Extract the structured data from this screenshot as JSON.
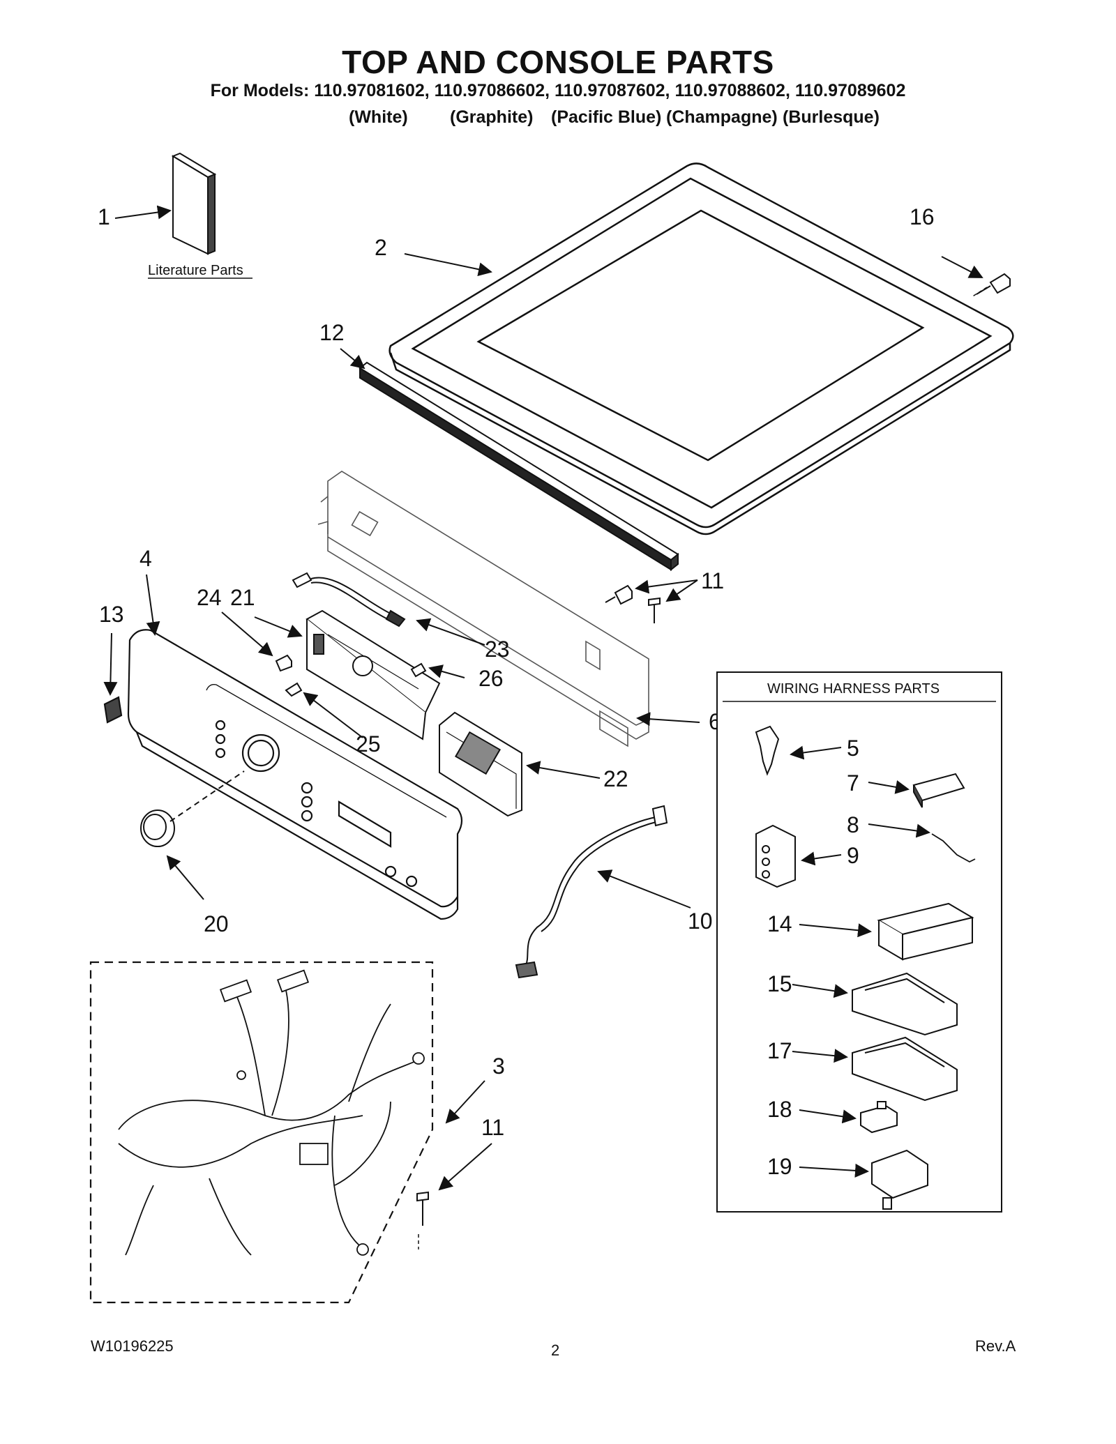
{
  "header": {
    "title": "TOP AND CONSOLE PARTS",
    "models_line": "For Models: 110.97081602, 110.97086602, 110.97087602, 110.97088602, 110.97089602",
    "colors": [
      "(White)",
      "(Graphite)",
      "(Pacific Blue)",
      "(Champagne)",
      "(Burlesque)"
    ]
  },
  "literature": {
    "label": "Literature Parts"
  },
  "wiring_box": {
    "title": "WIRING HARNESS PARTS"
  },
  "callouts": {
    "c1": "1",
    "c2": "2",
    "c3": "3",
    "c4": "4",
    "c5": "5",
    "c6": "6",
    "c7": "7",
    "c8": "8",
    "c9": "9",
    "c10": "10",
    "c11a": "11",
    "c11b": "11",
    "c12": "12",
    "c13": "13",
    "c14": "14",
    "c15": "15",
    "c16": "16",
    "c17": "17",
    "c18": "18",
    "c19": "19",
    "c20": "20",
    "c21": "21",
    "c22": "22",
    "c23": "23",
    "c24": "24",
    "c25": "25",
    "c26": "26"
  },
  "footer": {
    "doc_number": "W10196225",
    "page": "2",
    "revision": "Rev.A"
  }
}
